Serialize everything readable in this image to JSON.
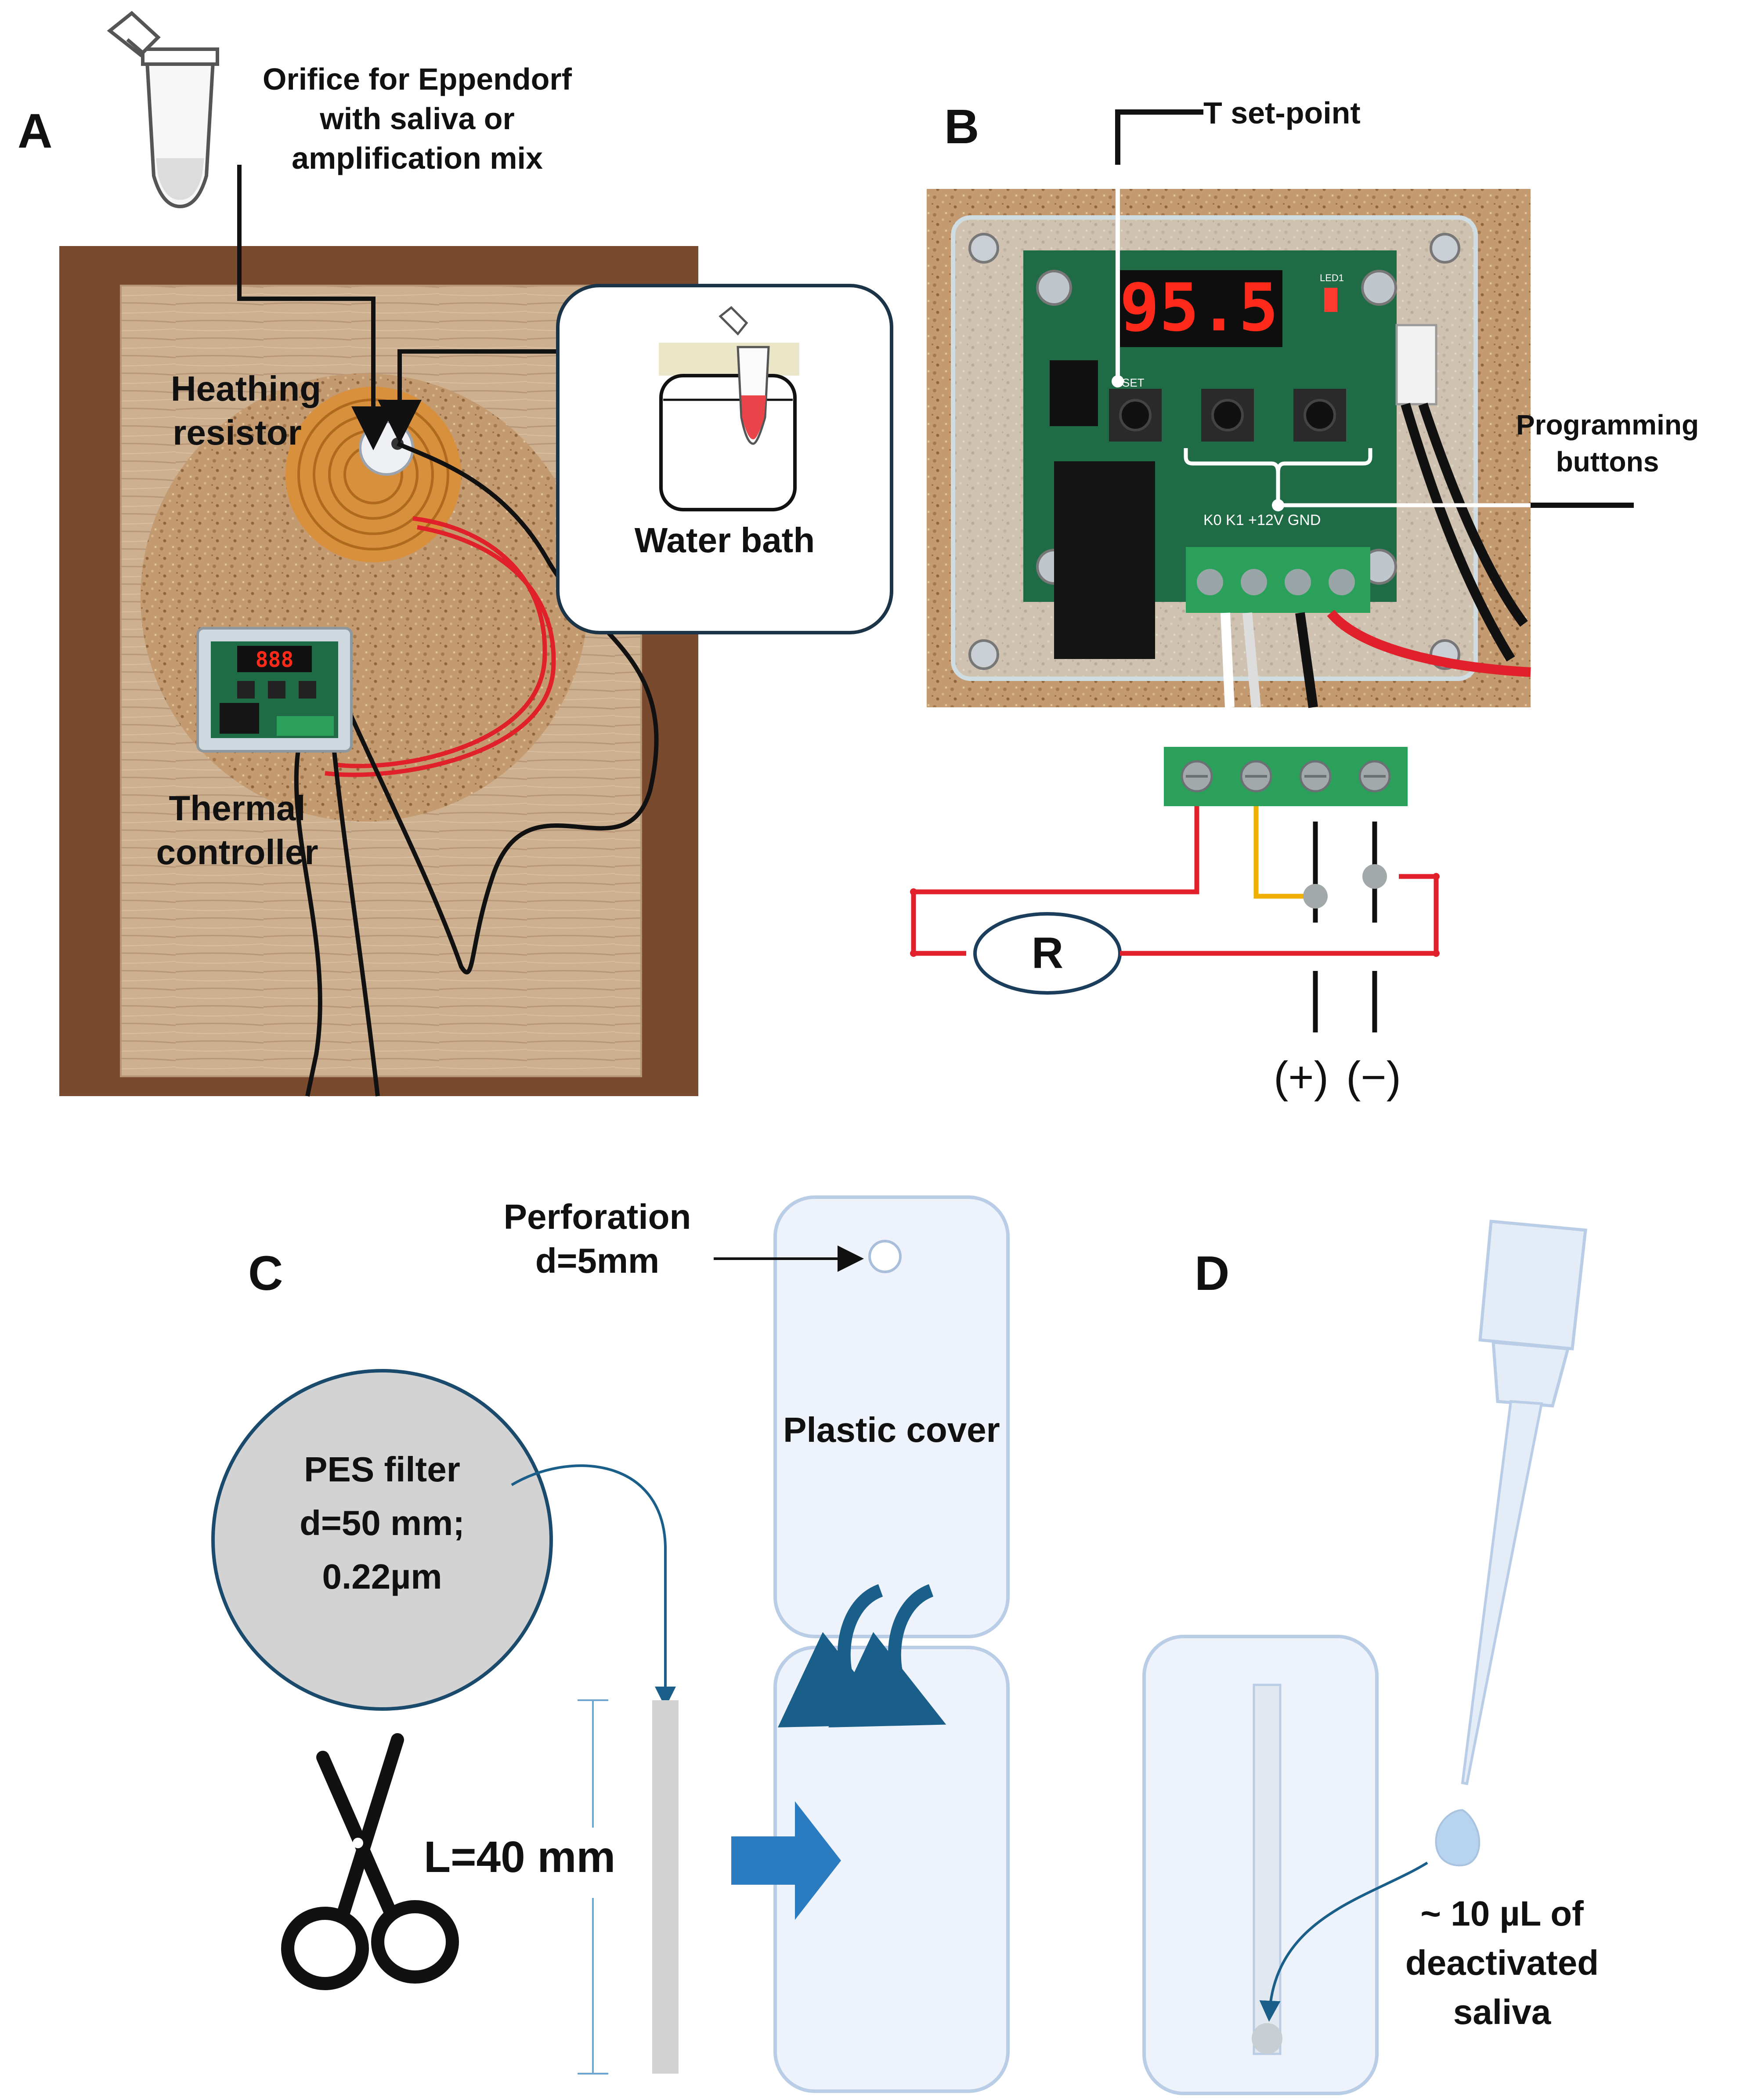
{
  "panels": {
    "a": "A",
    "b": "B",
    "c": "C",
    "d": "D"
  },
  "panel_a": {
    "orifice_label": [
      "Orifice for Eppendorf",
      "with saliva or",
      "amplification mix"
    ],
    "heating_label": [
      "Heathing",
      "resistor"
    ],
    "thermal_label": [
      "Thermal",
      "controller"
    ],
    "water_bath_label": "Water bath",
    "controller_display": "888"
  },
  "panel_b": {
    "setpoint_label": "T set-point",
    "buttons_label": [
      "Programming",
      "buttons"
    ],
    "display_value": "95.5",
    "board_text": {
      "set": "SET",
      "led": "LED1",
      "terminals": "K0   K1  +12V  GND"
    },
    "resistor_label": "R",
    "plus_label": "(+)",
    "minus_label": "(−)"
  },
  "panel_c": {
    "perforation_label": [
      "Perforation",
      "d=5mm"
    ],
    "cover_label": "Plastic cover",
    "filter_label": [
      "PES filter",
      "d=50 mm;",
      "0.22µm"
    ],
    "length_label": "L=40 mm"
  },
  "panel_d": {
    "saliva_label": [
      "~ 10 µL of",
      "deactivated",
      "saliva"
    ]
  },
  "colors": {
    "wood": "#c9a988",
    "cork": "#c49a70",
    "pcb_green": "#1f6b45",
    "wire_red": "#e0202a",
    "wire_yellow": "#f0b000",
    "arrow_blue": "#1a5f8a",
    "block_arrow": "#2a7bbf",
    "cover_fill": "#eef3fb",
    "cover_stroke": "#b9cde6"
  }
}
